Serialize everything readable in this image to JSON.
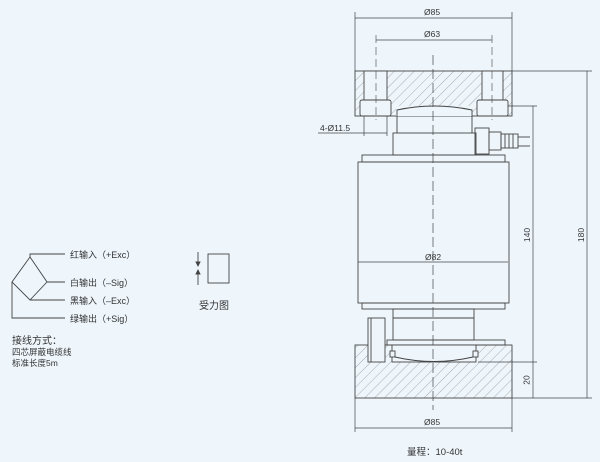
{
  "wiring": {
    "labels": [
      "红输入（+Exc）",
      "白输出（–Sig）",
      "黑输入（–Exc）",
      "绿输出（+Sig）"
    ],
    "title": "接线方式：",
    "cable": "四芯屏蔽电缆线",
    "length": "标准长度5m"
  },
  "force_diagram": {
    "label": "受力图"
  },
  "dimensions": {
    "top_outer": "Ø85",
    "top_inner": "Ø63",
    "holes": "4-Ø11.5",
    "body": "Ø82",
    "bottom": "Ø85",
    "height_body": "140",
    "height_total": "180",
    "height_base": "20"
  },
  "range": "量程：10-40t",
  "colors": {
    "background": "#eef6fc",
    "line": "#444444"
  }
}
